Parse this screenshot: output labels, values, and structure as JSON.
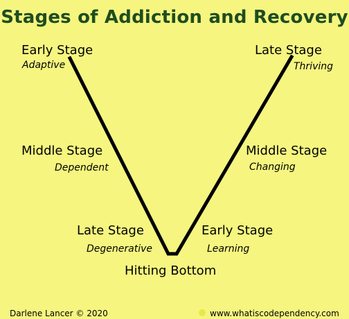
{
  "title": "Stages of Addiction and Recovery",
  "left_side": {
    "early": {
      "label": "Early Stage",
      "sub": "Adaptive"
    },
    "middle": {
      "label": "Middle Stage",
      "sub": "Dependent"
    },
    "late": {
      "label": "Late Stage",
      "sub": "Degenerative"
    }
  },
  "right_side": {
    "late": {
      "label": "Late Stage",
      "sub": "Thriving"
    },
    "middle": {
      "label": "Middle Stage",
      "sub": "Changing"
    },
    "early": {
      "label": "Early Stage",
      "sub": "Learning"
    }
  },
  "bottom_label": "Hitting Bottom",
  "footer": {
    "copyright": "Darlene Lancer © 2020",
    "website": "www.whatiscodependency.com"
  },
  "colors": {
    "background": "#f5f580",
    "title": "#1f4d1f",
    "line": "#000000"
  }
}
